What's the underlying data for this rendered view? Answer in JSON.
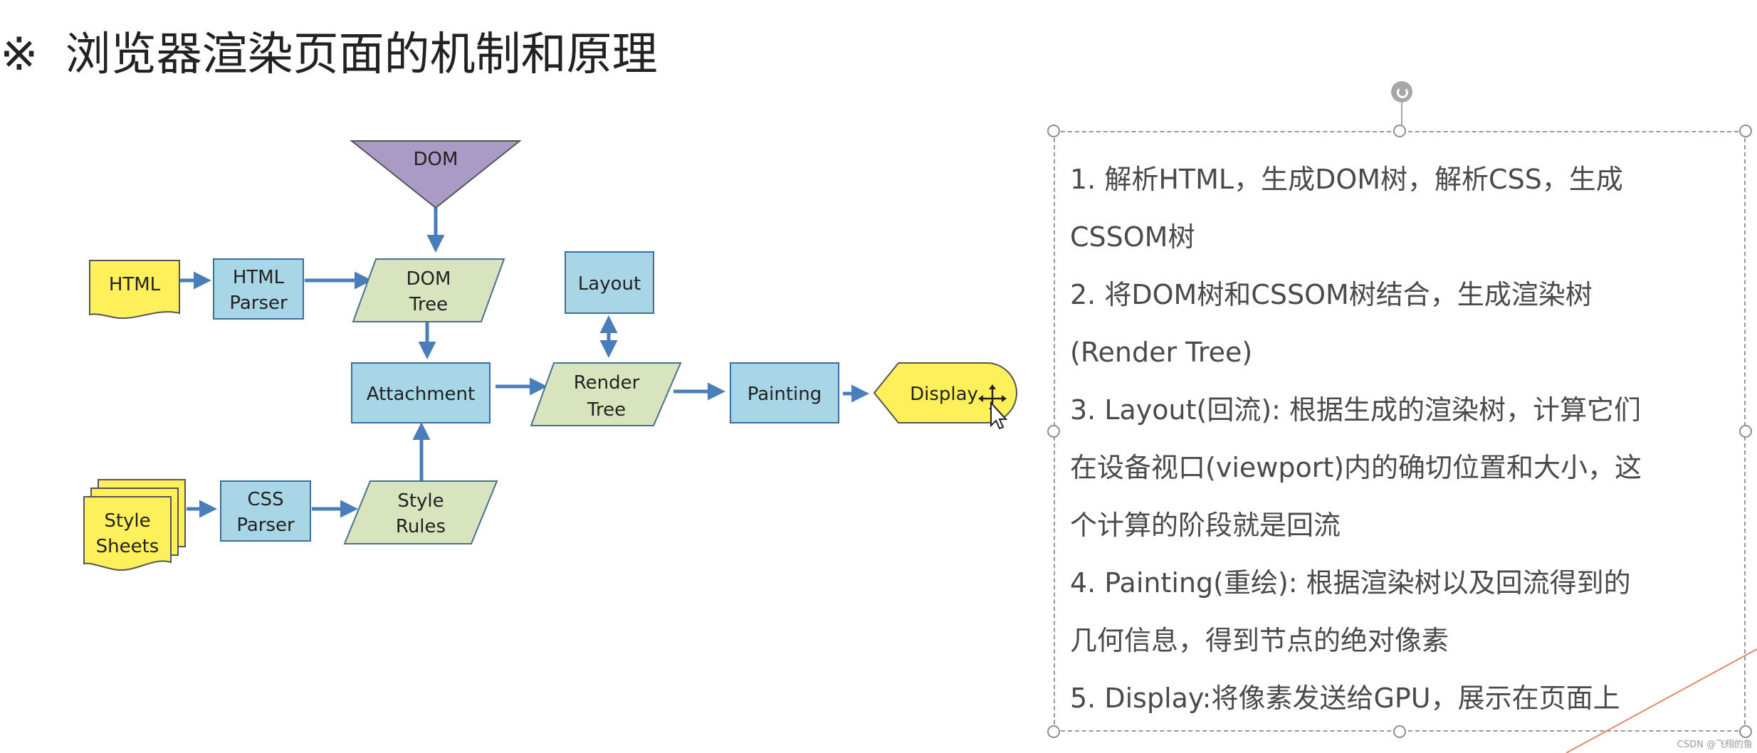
{
  "title": {
    "mark": "※",
    "text": "浏览器渲染页面的机制和原理"
  },
  "diagram": {
    "dom": "DOM",
    "html_doc": "HTML",
    "html_parser": [
      "HTML",
      "Parser"
    ],
    "dom_tree": [
      "DOM",
      "Tree"
    ],
    "layout": "Layout",
    "attachment": "Attachment",
    "render_tree": [
      "Render",
      "Tree"
    ],
    "painting": "Painting",
    "display": "Display",
    "style_sheets": [
      "Style",
      "Sheets"
    ],
    "css_parser": [
      "CSS",
      "Parser"
    ],
    "style_rules": [
      "Style",
      "Rules"
    ]
  },
  "notes": [
    "1. 解析HTML，生成DOM树，解析CSS，生成",
    "CSSOM树",
    "2. 将DOM树和CSSOM树结合，生成渲染树",
    "(Render Tree)",
    "3. Layout(回流): 根据生成的渲染树，计算它们",
    "在设备视口(viewport)内的确切位置和大小，这",
    "个计算的阶段就是回流",
    "4. Painting(重绘): 根据渲染树以及回流得到的",
    "几何信息，得到节点的绝对像素",
    "5. Display:将像素发送给GPU，展示在页面上"
  ],
  "watermark": "CSDN @飞翔的鱼",
  "colors": {
    "dom_triangle": "#a99bc6",
    "html_doc": "#fdf05b",
    "process_box": "#a8d6e6",
    "data_parallelogram": "#d7e4bd",
    "display": "#fdf05b",
    "arrow": "#4a7ebb",
    "outline": "#3a6f9f"
  }
}
